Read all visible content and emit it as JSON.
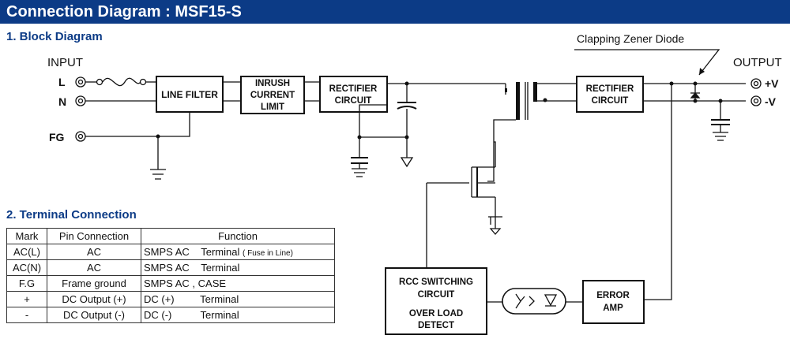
{
  "header": {
    "title": "Connection Diagram : MSF15-S"
  },
  "block_diagram": {
    "heading": "1. Block Diagram",
    "input_label": "INPUT",
    "output_label": "OUTPUT",
    "annotation": "Clapping Zener Diode",
    "terminals": {
      "l": "L",
      "n": "N",
      "fg": "FG",
      "pos": "+V",
      "neg": "-V"
    },
    "blocks": {
      "line_filter": [
        "LINE FILTER"
      ],
      "inrush": [
        "INRUSH",
        "CURRENT",
        "LIMIT"
      ],
      "rectifier_in": [
        "RECTIFIER",
        "CIRCUIT"
      ],
      "rectifier_out": [
        "RECTIFIER",
        "CIRCUIT"
      ],
      "rcc": [
        "RCC SWITCHING",
        "CIRCUIT",
        "OVER LOAD",
        "DETECT"
      ],
      "error_amp": [
        "ERROR",
        "AMP"
      ]
    }
  },
  "terminal_connection": {
    "heading": "2. Terminal Connection",
    "headers": [
      "Mark",
      "Pin Connection",
      "Function"
    ],
    "rows": [
      {
        "mark": "AC(L)",
        "pin": "AC",
        "func_a": "SMPS AC",
        "func_b": "Terminal",
        "func_note": "( Fuse in Line)"
      },
      {
        "mark": "AC(N)",
        "pin": "AC",
        "func_a": "SMPS AC",
        "func_b": "Terminal",
        "func_note": ""
      },
      {
        "mark": "F.G",
        "pin": "Frame ground",
        "func_a": "SMPS AC , CASE",
        "func_b": "",
        "func_note": ""
      },
      {
        "mark": "+",
        "pin": "DC Output (+)",
        "func_a": "DC (+)",
        "func_b": "Terminal",
        "func_note": ""
      },
      {
        "mark": "-",
        "pin": "DC Output (-)",
        "func_a": "DC (-)",
        "func_b": "Terminal",
        "func_note": ""
      }
    ]
  },
  "colors": {
    "header_bg": "#0c3b86",
    "heading_text": "#0c3b86",
    "line": "#111111"
  }
}
